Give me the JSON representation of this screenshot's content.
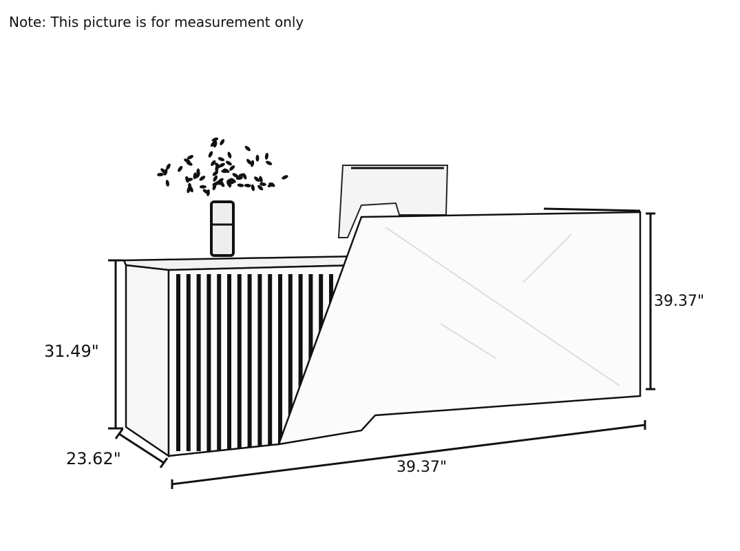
{
  "note": "Note: This picture is for measurement only",
  "dimensions": {
    "left_height": "31.49\"",
    "depth": "23.62\"",
    "width": "39.37\"",
    "right_height": "39.37\""
  },
  "colors": {
    "line": "#111111",
    "panel": "#f7f7f7"
  }
}
